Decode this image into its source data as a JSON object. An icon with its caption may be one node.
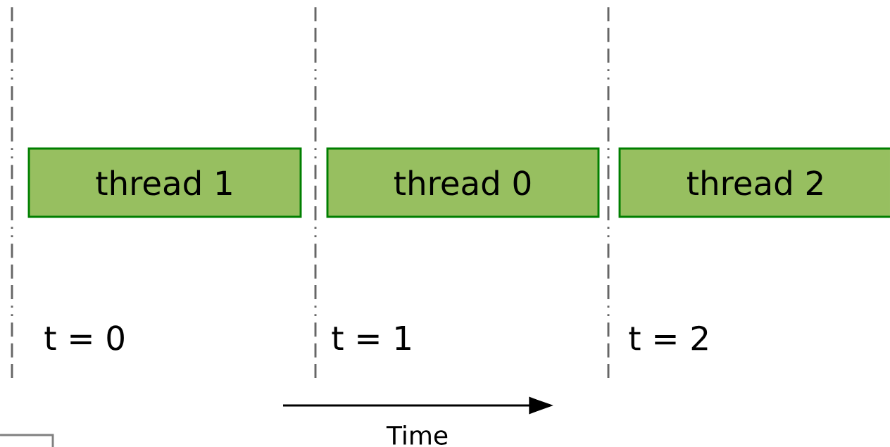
{
  "diagram": {
    "nodes": [
      {
        "text": [
          "thread 1"
        ]
      },
      {
        "text": [
          "thread 0"
        ]
      },
      {
        "text": [
          "thread 2"
        ]
      }
    ],
    "labels": [
      "t = 0",
      "t = 1",
      "t = 2",
      "Time"
    ]
  }
}
